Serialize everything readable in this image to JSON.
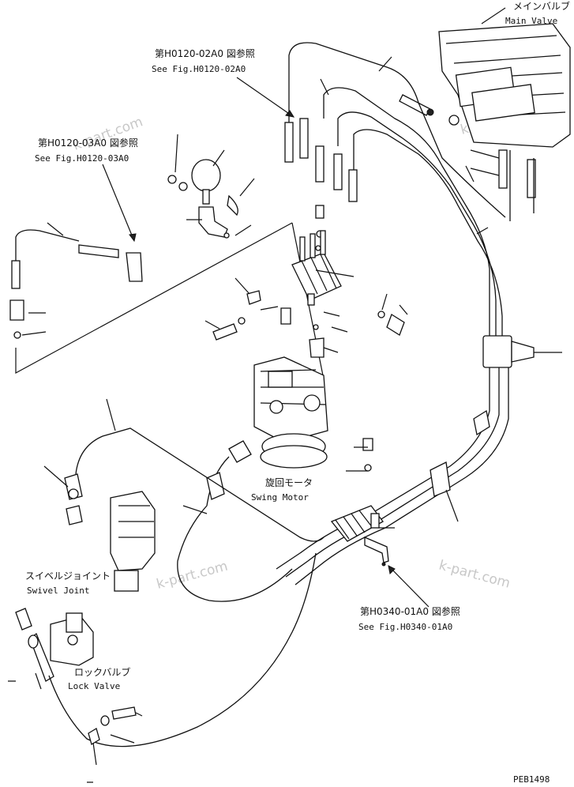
{
  "labels": {
    "main_valve_jp": "メインバルブ",
    "main_valve_en": "Main Valve",
    "ref_h0120_02a0_jp": "第H0120-02A0 図参照",
    "ref_h0120_02a0_en": "See Fig.H0120-02A0",
    "ref_h0120_03a0_jp": "第H0120-03A0 図参照",
    "ref_h0120_03a0_en": "See Fig.H0120-03A0",
    "swing_motor_jp": "旋回モータ",
    "swing_motor_en": "Swing Motor",
    "swivel_joint_jp": "スイベルジョイント",
    "swivel_joint_en": "Swivel Joint",
    "ref_h0340_01a0_jp": "第H0340-01A0 図参照",
    "ref_h0340_01a0_en": "See Fig.H0340-01A0",
    "lock_valve_jp": "ロックバルブ",
    "lock_valve_en": "Lock Valve",
    "diagram_code": "PEB1498"
  },
  "watermarks": [
    "k-part.com",
    "k-part.com",
    "k-part.com",
    "k-part.com"
  ],
  "colors": {
    "line": "#111111",
    "watermark": "#c8c8c8",
    "background": "#ffffff"
  }
}
